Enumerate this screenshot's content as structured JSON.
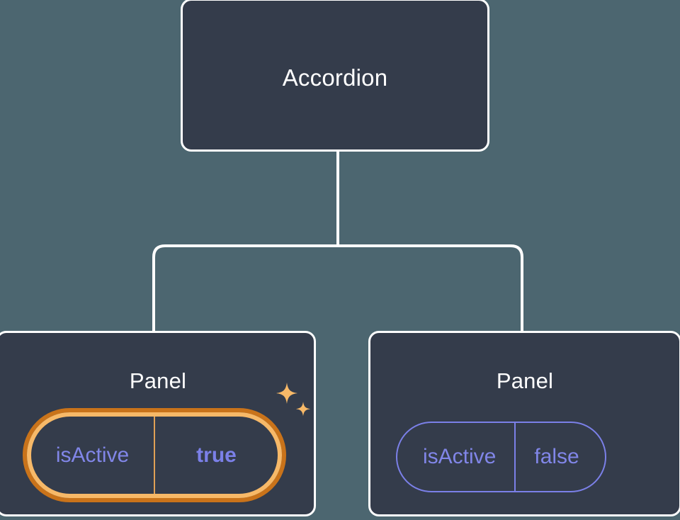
{
  "theme": {
    "background": "#4c6670",
    "card_fill": "#343c4b",
    "card_border": "#ffffff",
    "connector": "#ffffff",
    "accent_purple": "#7b80e8",
    "accent_purple_text": "#8186e8",
    "highlight_ring_outer": "#c9731a",
    "highlight_ring_inner": "#f7b968",
    "sparkle": "#f7b968"
  },
  "tree": {
    "root": {
      "title": "Accordion"
    },
    "children": [
      {
        "title": "Panel",
        "highlighted": true,
        "prop": {
          "key": "isActive",
          "value": "true"
        }
      },
      {
        "title": "Panel",
        "highlighted": false,
        "prop": {
          "key": "isActive",
          "value": "false"
        }
      }
    ]
  },
  "icons": {
    "sparkle_large": "sparkle-icon",
    "sparkle_small": "sparkle-icon"
  }
}
